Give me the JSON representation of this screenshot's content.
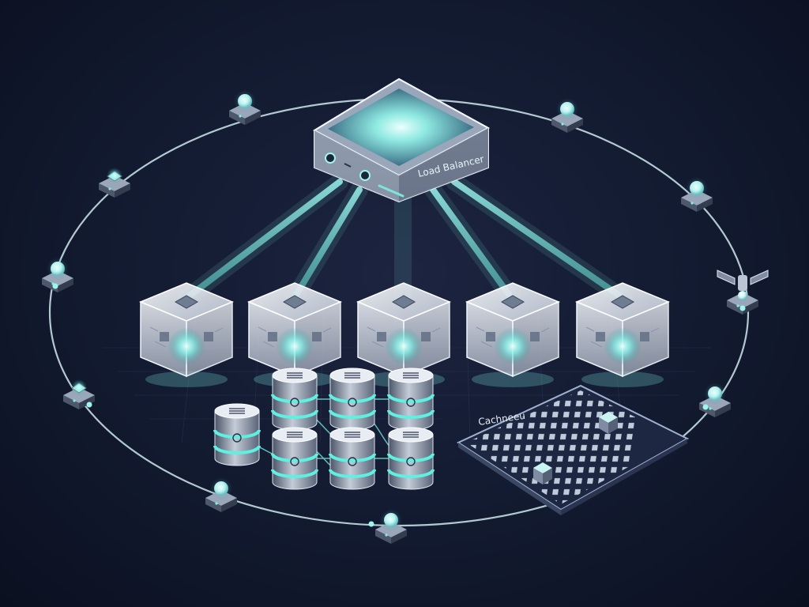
{
  "diagram": {
    "load_balancer": {
      "label": "Load Balancer"
    },
    "cache": {
      "label": "Cachneeu"
    },
    "colors": {
      "background": "#121a30",
      "connector": "#7fe3da",
      "glow": "#9ff5ef",
      "ring": "#cfe9ee",
      "server_shell": "#dfe6ef",
      "db_band": "#5ef0e0"
    },
    "server_count": 5,
    "database_count": 7,
    "ring_node_icons": [
      "bulb-node-icon",
      "chip-node-icon",
      "bulb-node-icon",
      "chip-node-icon",
      "bulb-node-icon",
      "bulb-node-icon",
      "bulb-node-icon",
      "satellite-node-icon",
      "bulb-node-icon",
      "bulb-node-icon",
      "bulb-node-icon"
    ]
  }
}
